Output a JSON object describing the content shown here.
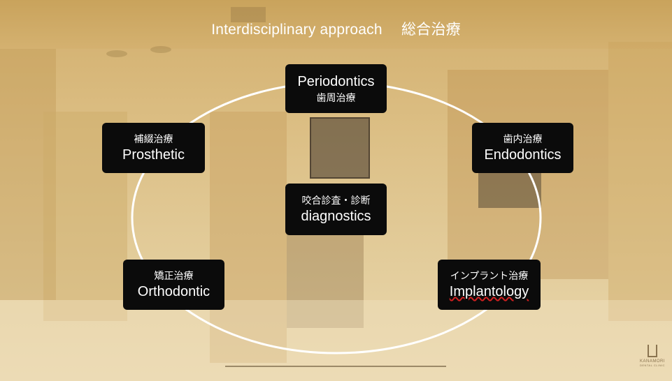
{
  "title": "Interdisciplinary approach　 総合治療",
  "center": {
    "line1": "咬合診査・診断",
    "line2": "diagnostics"
  },
  "nodes": {
    "periodontics": {
      "en": "Periodontics",
      "jp": "歯周治療"
    },
    "prosthetic": {
      "jp": "補綴治療",
      "en": "Prosthetic"
    },
    "endodontics": {
      "jp": "歯内治療",
      "en": "Endodontics"
    },
    "orthodontic": {
      "jp": "矯正治療",
      "en": "Orthodontic"
    },
    "implantology": {
      "jp": "インプラント治療",
      "en": "Implantology"
    }
  },
  "logo": {
    "name": "KANAMORI",
    "sub": "DENTAL CLINIC"
  },
  "colors": {
    "overlay": "#d9b97a",
    "box": "#0b0b0b",
    "text": "#ffffff",
    "ellipse": "#ffffff"
  }
}
